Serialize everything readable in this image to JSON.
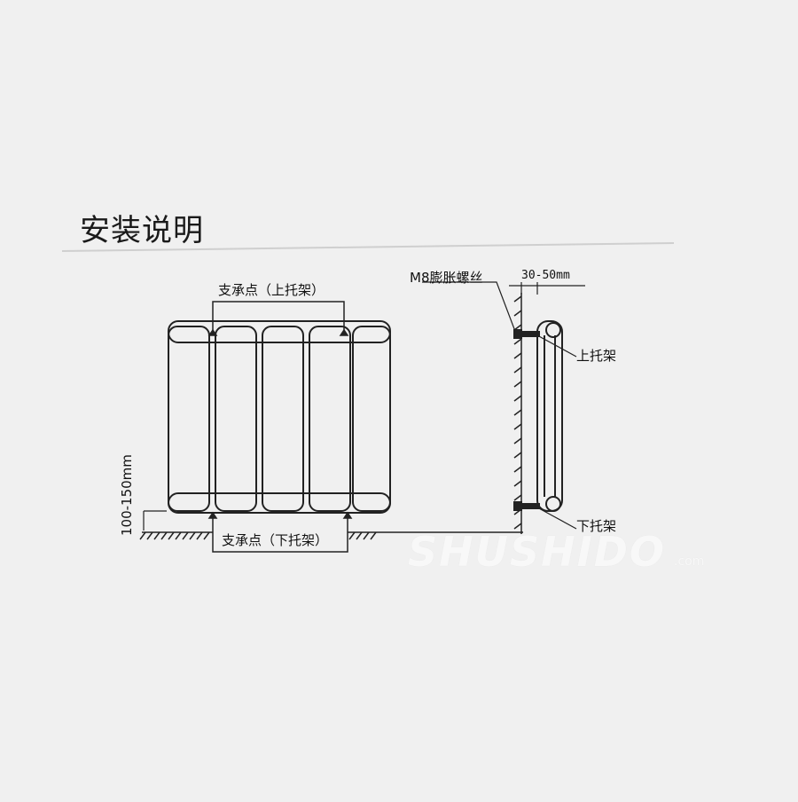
{
  "title": "安装说明",
  "front_view": {
    "upper_support_label": "支承点（上托架）",
    "lower_support_label": "支承点（下托架）",
    "height_dimension_label": "100-150mm"
  },
  "side_view": {
    "bolt_label": "M8膨胀螺丝",
    "gap_dimension_label": "30-50mm",
    "upper_bracket_label": "上托架",
    "lower_bracket_label": "下托架"
  },
  "watermark": {
    "text": "SHUSHIDO",
    "sub": ".com"
  },
  "colors": {
    "background": "#f0f0f0",
    "line": "#222222",
    "rule": "#cfcfcf"
  }
}
